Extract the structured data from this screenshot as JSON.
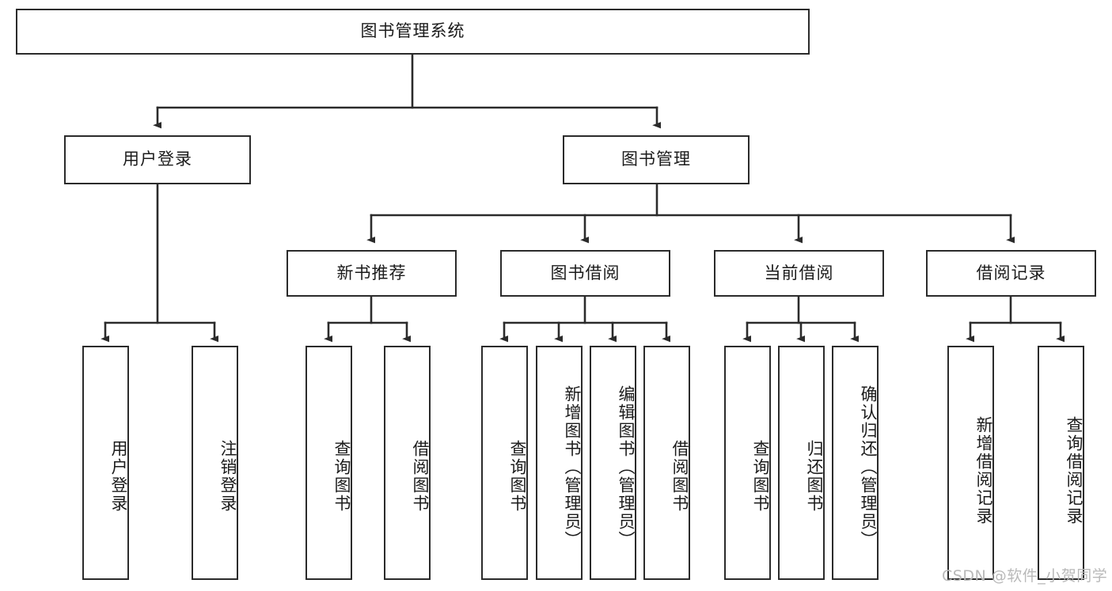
{
  "diagram": {
    "title": "图书管理系统",
    "stroke_color": "#2b2b2b",
    "fill_color": "#ffffff",
    "background": "#ffffff"
  },
  "root": {
    "label": "图书管理系统"
  },
  "level2": [
    {
      "label": "用户登录"
    },
    {
      "label": "图书管理"
    }
  ],
  "level3": [
    {
      "label": "新书推荐"
    },
    {
      "label": "图书借阅"
    },
    {
      "label": "当前借阅"
    },
    {
      "label": "借阅记录"
    }
  ],
  "leaves": {
    "user_login": [
      {
        "label": "用户登录"
      },
      {
        "label": "注销登录"
      }
    ],
    "new_book": [
      {
        "label": "查询图书"
      },
      {
        "label": "借阅图书"
      }
    ],
    "book_borrow": [
      {
        "label": "查询图书"
      },
      {
        "label": "新增图书（管理员）"
      },
      {
        "label": "编辑图书（管理员）"
      },
      {
        "label": "借阅图书"
      }
    ],
    "current_borrow": [
      {
        "label": "查询图书"
      },
      {
        "label": "归还图书"
      },
      {
        "label": "确认归还（管理员）"
      }
    ],
    "borrow_record": [
      {
        "label": "新增借阅记录"
      },
      {
        "label": "查询借阅记录"
      }
    ]
  },
  "watermark": {
    "text": "CSDN @软件_小贺同学"
  }
}
